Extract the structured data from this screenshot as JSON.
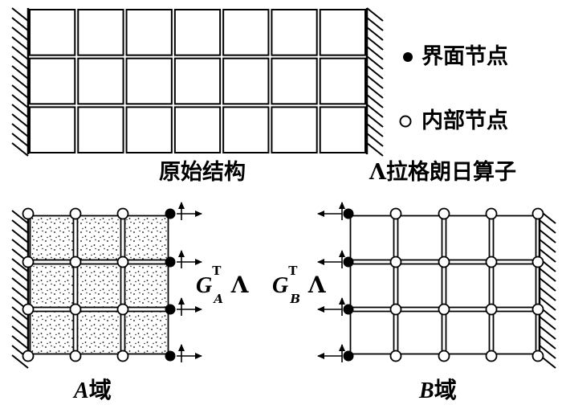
{
  "legend": {
    "interface_node": "界面节点",
    "internal_node": "内部节点"
  },
  "captions": {
    "original_structure": "原始结构",
    "lagrange_multiplier": "Λ拉格朗日算子"
  },
  "domains": {
    "a": {
      "var": "A",
      "suffix": "域"
    },
    "b": {
      "var": "B",
      "suffix": "域"
    }
  },
  "operators": {
    "a": {
      "sym": "G",
      "sup": "T",
      "sub": "A",
      "lambda": "Λ"
    },
    "b": {
      "sym": "G",
      "sup": "T",
      "sub": "B",
      "lambda": "Λ"
    }
  },
  "colors": {
    "ink": "#000000",
    "paper": "#ffffff"
  }
}
